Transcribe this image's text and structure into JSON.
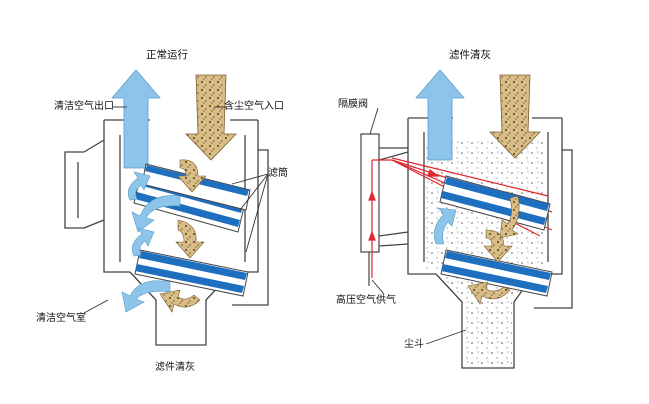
{
  "left_panel": {
    "title": "正常运行",
    "label_clean_air_outlet": "清洁空气出口",
    "label_dusty_air_inlet": "含尘空气入口",
    "label_filter_cartridge": "滤筒",
    "label_clean_air_chamber": "清洁空气室",
    "label_bottom": "滤件清灰"
  },
  "right_panel": {
    "title": "滤件清灰",
    "label_diaphragm_valve": "隔膜阀",
    "label_hp_air_supply": "高压空气供气",
    "label_dust_hopper": "尘斗"
  },
  "colors": {
    "arrow_blue": "#8cc4ea",
    "band_blue": "#1f6fc0",
    "dust_tan": "#c8a76a",
    "red_pulse": "#e0282e",
    "outline": "#444444"
  }
}
